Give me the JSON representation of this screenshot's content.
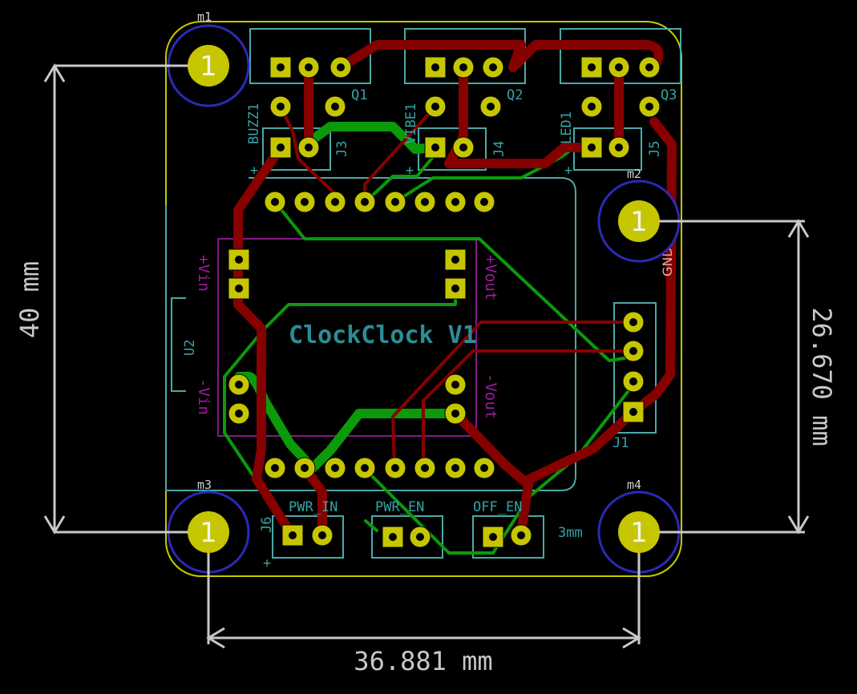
{
  "board_title": "ClockClock V1",
  "dimensions": {
    "height_label": "40 mm",
    "width_label": "36.881 mm",
    "hole_spacing_label": "26.670 mm"
  },
  "mounting_holes": {
    "m1": {
      "ref": "m1",
      "pad": "1"
    },
    "m2": {
      "ref": "m2",
      "pad": "1"
    },
    "m3": {
      "ref": "m3",
      "pad": "1"
    },
    "m4": {
      "ref": "m4",
      "pad": "1"
    }
  },
  "components": {
    "buzz": "BUZZ1",
    "vibe": "VIBE1",
    "led": "LED1",
    "q1": "Q1",
    "q2": "Q2",
    "q3": "Q3",
    "j1": "J1",
    "j3": "J3",
    "j4": "J4",
    "j5": "J5",
    "j6": "J6",
    "u2": "U2",
    "pwr_in": "PWR_IN",
    "pwr_en": "PWR_EN",
    "off_en": "OFF_EN",
    "size_note": "3mm",
    "gnd": "GND"
  },
  "regulator_labels": {
    "vin_plus": "+Vin",
    "vin_minus": "-Vin",
    "vout_plus": "+Vout",
    "vout_minus": "-Vout"
  },
  "polarity": {
    "plus": "+",
    "minus": "-"
  },
  "colors": {
    "background": "#000000",
    "board_edge": "#c8c800",
    "silkscreen": "#4aa9a8",
    "copper_top": "#870000",
    "copper_bottom": "#0a9a0a",
    "pad": "#c6c600"
  }
}
